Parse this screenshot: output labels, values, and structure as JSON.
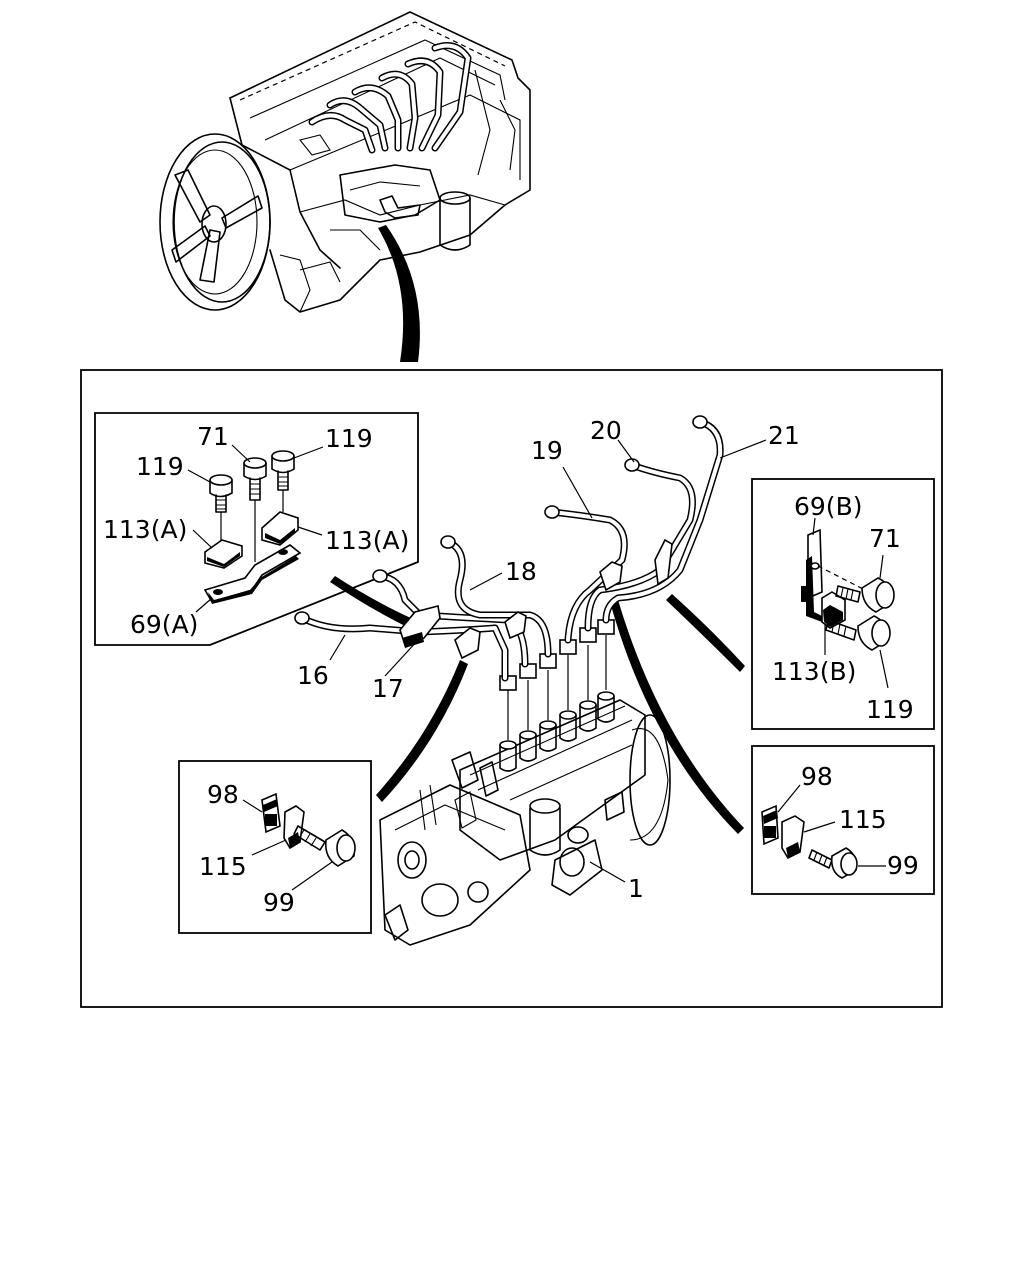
{
  "callouts": {
    "pump": "1",
    "pipe_16": "16",
    "pipe_17": "17",
    "pipe_18": "18",
    "pipe_19": "19",
    "pipe_20": "20",
    "pipe_21": "21"
  },
  "detail_a": {
    "bolt_left": "119",
    "bolt_mid": "71",
    "bolt_right": "119",
    "clip_left": "113(A)",
    "clip_right": "113(A)",
    "bracket": "69(A)"
  },
  "detail_b": {
    "bracket": "69(B)",
    "bolt_top": "71",
    "clip": "113(B)",
    "bolt_bottom": "119"
  },
  "detail_c": {
    "cushion": "98",
    "clip": "115",
    "bolt": "99"
  },
  "detail_d": {
    "cushion": "98",
    "clip": "115",
    "bolt": "99"
  }
}
